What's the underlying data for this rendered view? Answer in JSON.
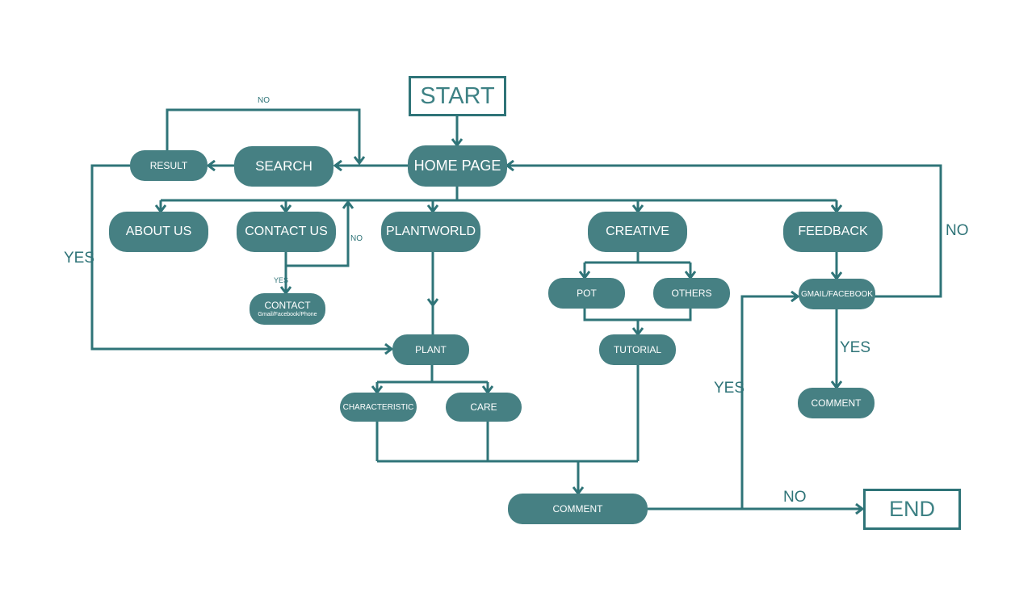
{
  "nodes": {
    "start": "START",
    "end": "END",
    "home_page": "HOME PAGE",
    "search": "SEARCH",
    "result": "RESULT",
    "about_us": "ABOUT US",
    "contact_us": "CONTACT US",
    "plantworld": "PLANTWORLD",
    "creative": "CREATIVE",
    "feedback": "FEEDBACK",
    "contact": "CONTACT",
    "contact_sub": "Gmail/Facebook/Phone",
    "plant": "PLANT",
    "pot": "POT",
    "others": "OTHERS",
    "tutorial": "TUTORIAL",
    "gmail_facebook": "GMAIL/FACEBOOK",
    "characteristic": "CHARACTERISTIC",
    "care": "CARE",
    "comment_feedback": "COMMENT",
    "comment_main": "COMMENT"
  },
  "labels": {
    "no_result_loop": "NO",
    "yes_result": "YES",
    "no_contact": "NO",
    "yes_contact": "YES",
    "no_feedback": "NO",
    "yes_feedback": "YES",
    "yes_comment": "YES",
    "no_comment": "NO"
  },
  "colors": {
    "node_fill": "#468083",
    "line": "#2f7478",
    "text_on_node": "#ffffff"
  }
}
